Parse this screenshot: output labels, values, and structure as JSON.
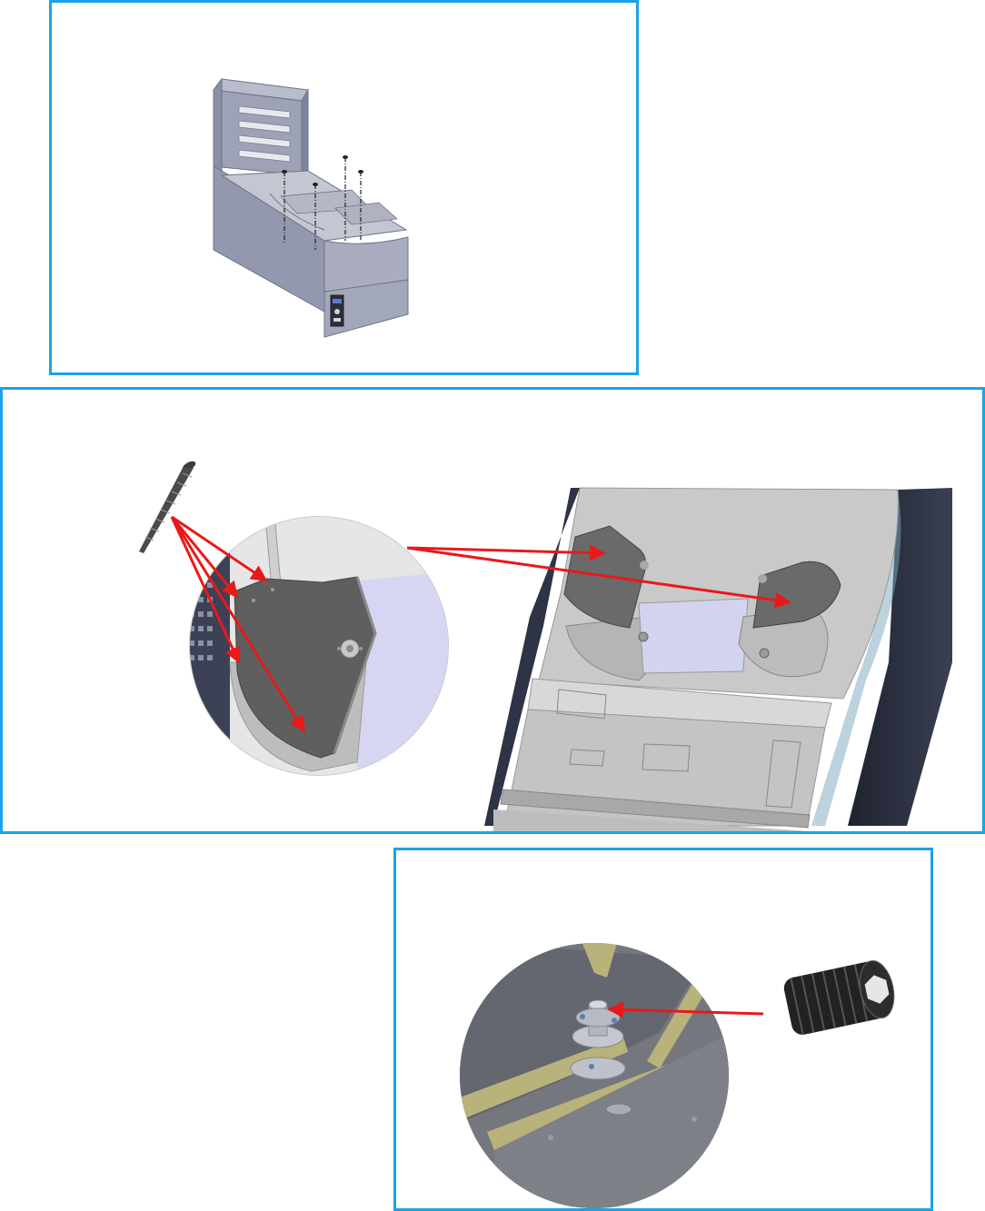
{
  "colors": {
    "panel_border": "#1aa3e8",
    "callout_arrow": "#e8191a",
    "cabinet_steel": "#8f94aa",
    "deflector_plate": "#5c5c5c",
    "thread_brass": "#b9b27a"
  },
  "panels": [
    {
      "id": "overview",
      "icons": [
        "cabinet-isometric-icon",
        "screw-drop-line-icon"
      ]
    },
    {
      "id": "deflector-detail",
      "icons": [
        "wood-screw-icon",
        "magnifier-circle-icon",
        "cabinet-interior-icon",
        "callout-arrow-icon"
      ]
    },
    {
      "id": "set-screw-detail",
      "icons": [
        "hub-closeup-icon",
        "set-screw-icon",
        "callout-arrow-icon"
      ]
    }
  ]
}
